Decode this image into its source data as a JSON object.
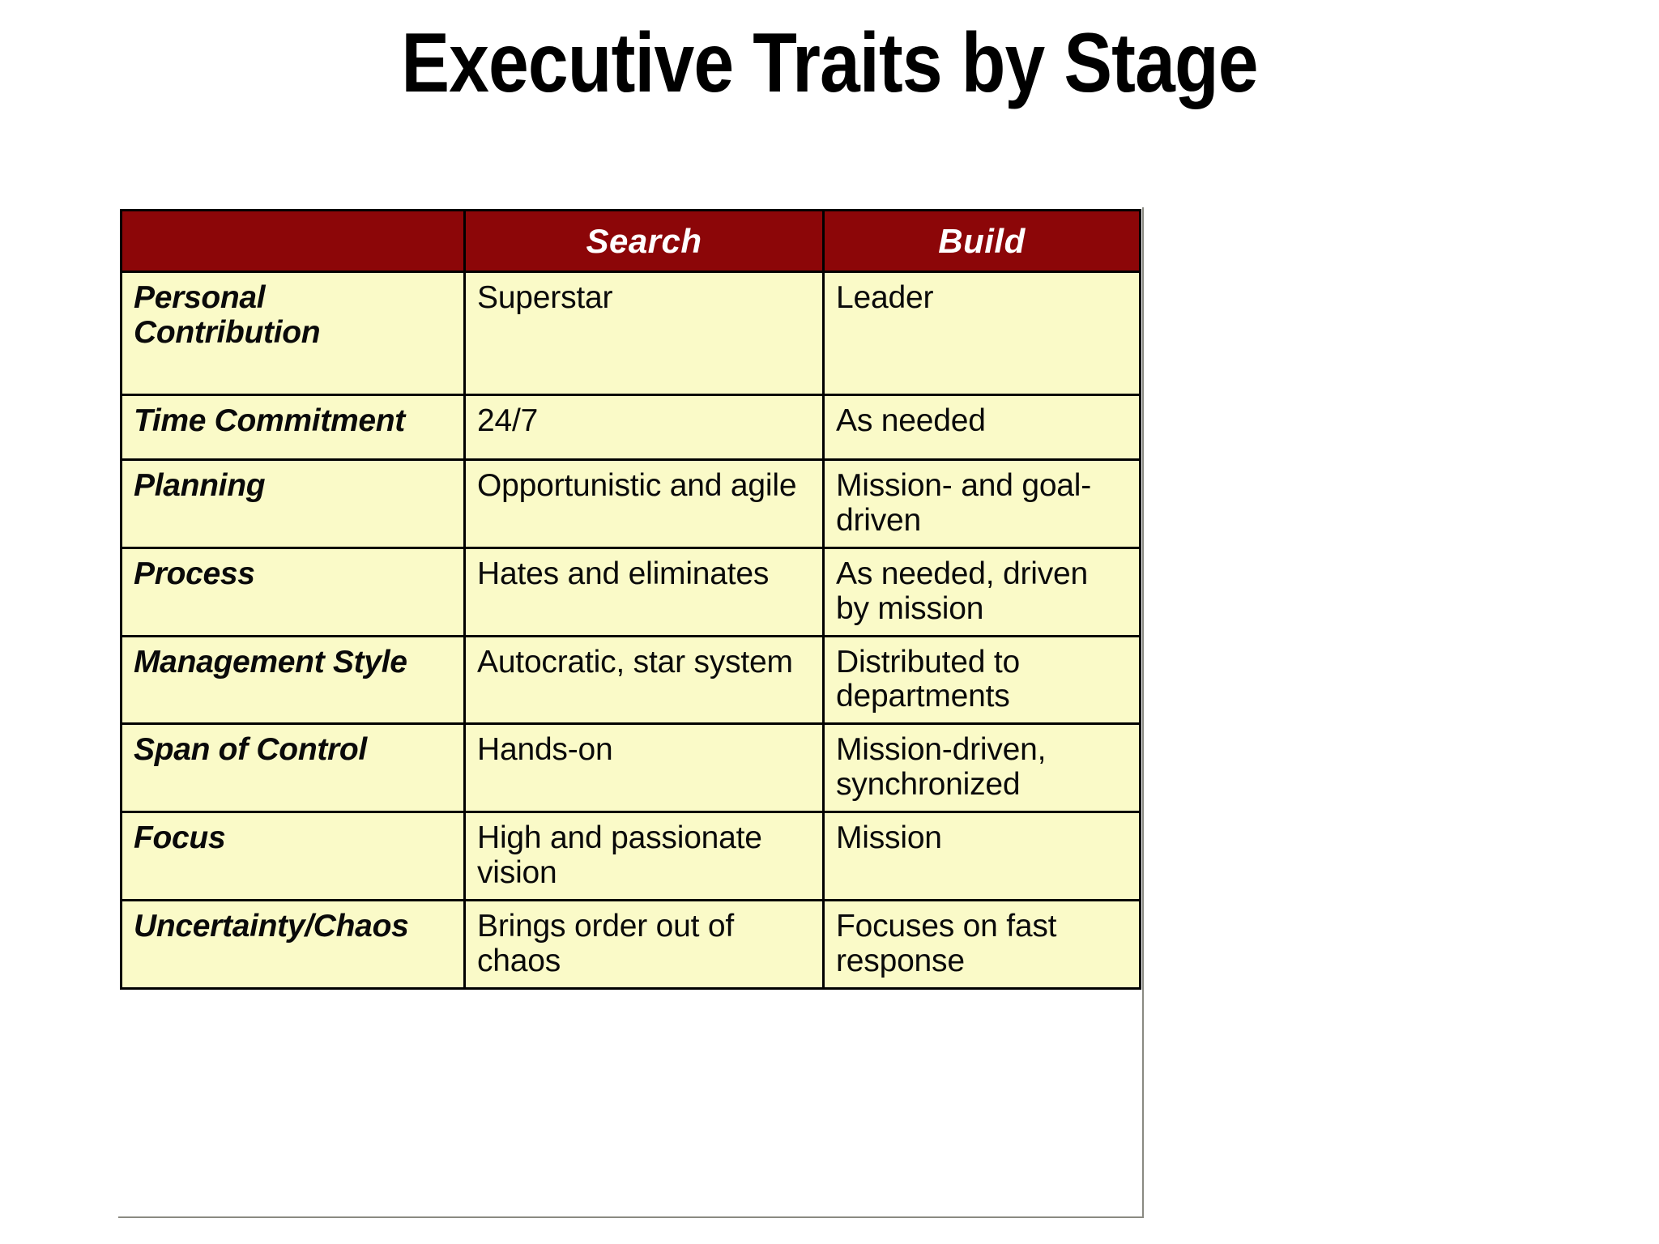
{
  "slide": {
    "title": "Executive Traits by Stage"
  },
  "colors": {
    "header_background": "#8C0608",
    "header_text": "#FFFFFF",
    "cell_background": "#FAFAC8",
    "cell_text": "#0A0A0A",
    "border": "#000000",
    "page_background": "#FFFFFF"
  },
  "table": {
    "columns": [
      {
        "key": "trait",
        "label": ""
      },
      {
        "key": "search",
        "label": "Search"
      },
      {
        "key": "build",
        "label": "Build"
      }
    ],
    "rows": [
      {
        "trait": "Personal Contribution",
        "search": "Superstar",
        "build": "Leader"
      },
      {
        "trait": "Time Commitment",
        "search": "24/7",
        "build": "As needed"
      },
      {
        "trait": "Planning",
        "search": "Opportunistic and agile",
        "build": "Mission- and goal-driven"
      },
      {
        "trait": "Process",
        "search": "Hates and eliminates",
        "build": "As needed, driven by mission"
      },
      {
        "trait": "Management Style",
        "search": "Autocratic, star system",
        "build": "Distributed to departments"
      },
      {
        "trait": "Span of Control",
        "search": "Hands-on",
        "build": "Mission-driven, synchronized"
      },
      {
        "trait": "Focus",
        "search": "High and passionate vision",
        "build": "Mission"
      },
      {
        "trait": "Uncertainty/Chaos",
        "search": "Brings order out of chaos",
        "build": "Focuses on fast response"
      }
    ]
  }
}
